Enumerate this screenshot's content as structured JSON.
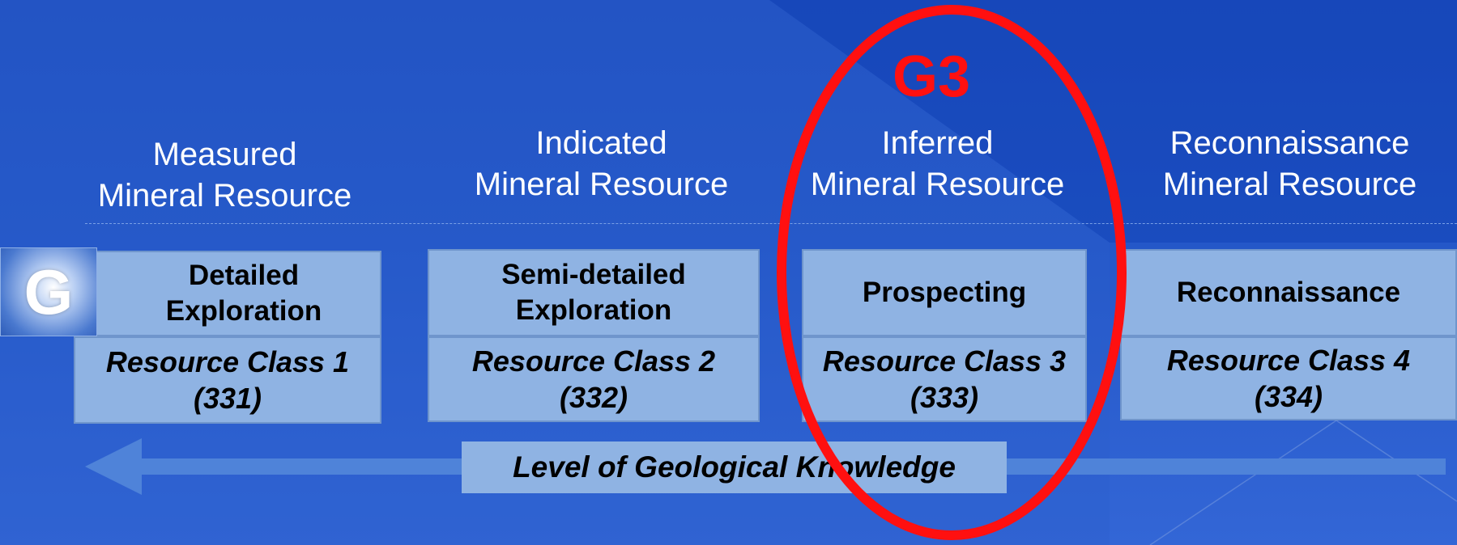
{
  "columns": [
    {
      "heading": [
        "Measured",
        "Mineral Resource"
      ],
      "stage": [
        "Detailed",
        "Exploration"
      ],
      "resource_class": [
        "Resource Class 1",
        "(331)"
      ]
    },
    {
      "heading": [
        "Indicated",
        "Mineral Resource"
      ],
      "stage": [
        "Semi-detailed",
        "Exploration"
      ],
      "resource_class": [
        "Resource Class 2",
        "(332)"
      ]
    },
    {
      "heading": [
        "Inferred",
        "Mineral Resource"
      ],
      "stage": [
        "Prospecting"
      ],
      "resource_class": [
        "Resource Class 3",
        "(333)"
      ]
    },
    {
      "heading": [
        "Reconnaissance",
        "Mineral Resource"
      ],
      "stage": [
        "Reconnaissance"
      ],
      "resource_class": [
        "Resource Class 4",
        "(334)"
      ]
    }
  ],
  "logo_letter": "G",
  "highlight_label": "G3",
  "arrow_label": "Level of Geological Knowledge",
  "colors": {
    "background": "#2457c8",
    "box_fill": "#8fb3e3",
    "highlight": "#ff1010",
    "arrow": "#4f83d9"
  }
}
